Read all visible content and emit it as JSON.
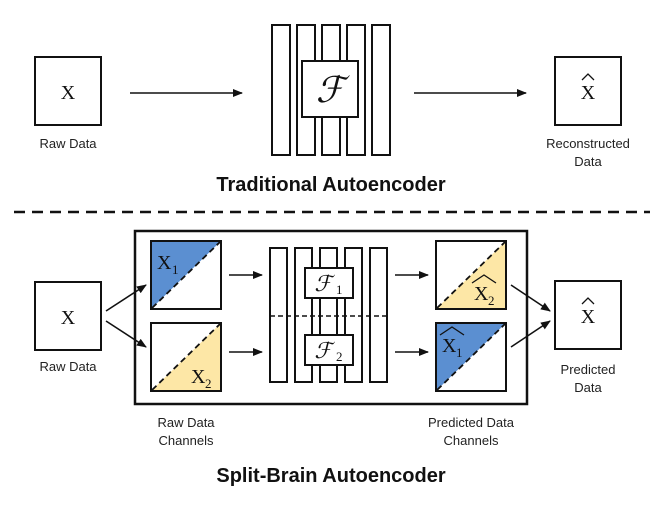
{
  "traditional": {
    "title": "Traditional Autoencoder",
    "input_symbol": "X",
    "input_label": "Raw Data",
    "network_symbol": "ℱ",
    "output_symbol": "X",
    "output_label_line1": "Reconstructed",
    "output_label_line2": "Data"
  },
  "split_brain": {
    "title": "Split-Brain Autoencoder",
    "input_symbol": "X",
    "input_label": "Raw Data",
    "channel_1_symbol": "X",
    "channel_1_sub": "1",
    "channel_2_symbol": "X",
    "channel_2_sub": "2",
    "raw_channels_label_line1": "Raw Data",
    "raw_channels_label_line2": "Channels",
    "network_1_symbol": "ℱ",
    "network_1_sub": "1",
    "network_2_symbol": "ℱ",
    "network_2_sub": "2",
    "predicted_2_symbol": "X",
    "predicted_2_sub": "2",
    "predicted_1_symbol": "X",
    "predicted_1_sub": "1",
    "predicted_channels_label_line1": "Predicted Data",
    "predicted_channels_label_line2": "Channels",
    "output_symbol": "X",
    "output_label_line1": "Predicted",
    "output_label_line2": "Data"
  },
  "colors": {
    "blue_fill": "#5b8fd1",
    "yellow_fill": "#fde7a6",
    "stroke": "#111111"
  }
}
